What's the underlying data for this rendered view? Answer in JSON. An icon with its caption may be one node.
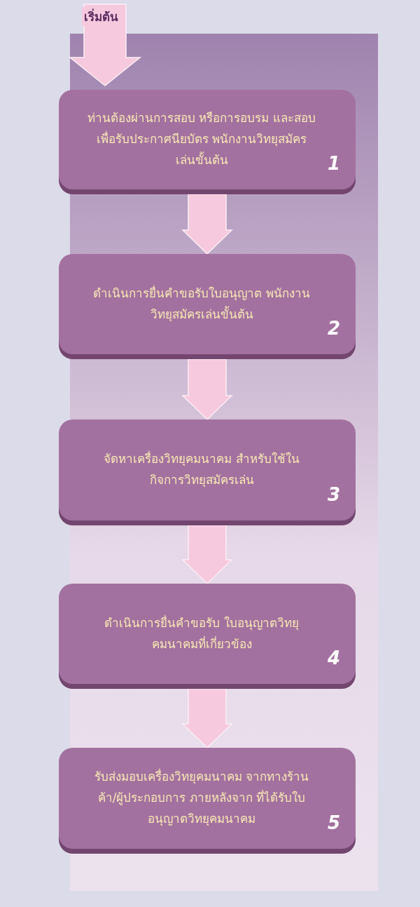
{
  "diagram": {
    "nodes": [
      {
        "text": [
          "ท่านต้องผ่านการสอบ หรือการอบรม และสอบเพื่อรับประกาศนียบัตร พนักงานวิทยุสมัครเล่นขั้นต้น",
          "1"
        ]
      },
      {
        "text": [
          "ดำเนินการยื่นคำขอรับใบอนุญาต พนักงานวิทยุสมัครเล่นขั้นต้น",
          "2"
        ]
      },
      {
        "text": [
          "จัดหาเครื่องวิทยุคมนาคม สำหรับใช้ในกิจการวิทยุสมัครเล่น",
          "3"
        ]
      },
      {
        "text": [
          "ดำเนินการยื่นคำขอรับ ใบอนุญาตวิทยุคมนาคมที่เกี่ยวข้อง",
          "4"
        ]
      },
      {
        "text": [
          "รับส่งมอบเครื่องวิทยุคมนาคม จากทางร้านค้า/ผู้ประกอบการ ภายหลังจาก ที่ได้รับใบอนุญาตวิทยุคมนาคม",
          "5"
        ]
      }
    ],
    "edges": [
      {
        "from": null,
        "to": 0,
        "arrow": "to",
        "label": "เริ่มต้น"
      },
      {
        "from": 0,
        "to": 1,
        "arrow": "to"
      },
      {
        "from": 1,
        "to": 2,
        "arrow": "to"
      },
      {
        "from": 2,
        "to": 3,
        "arrow": "to"
      },
      {
        "from": 3,
        "to": 4,
        "arrow": "to"
      }
    ]
  }
}
